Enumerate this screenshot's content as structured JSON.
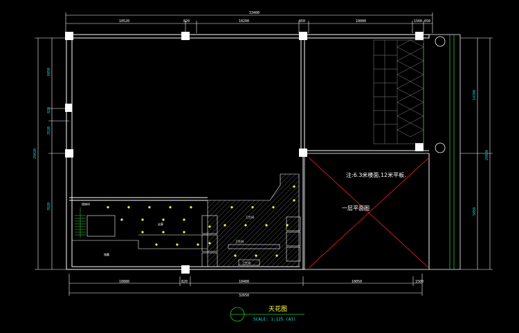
{
  "drawing": {
    "dimensions_top": {
      "overall": "33400",
      "segments": [
        "10520",
        "820",
        "10200",
        "850",
        "10000",
        "1560",
        "650"
      ]
    },
    "dimensions_bottom": {
      "overall": "32650",
      "segments": [
        "10880",
        "820",
        "10400",
        "10050",
        "1500"
      ]
    },
    "dimensions_left": [
      "6050",
      "820",
      "3520",
      "3920"
    ],
    "dimensions_left_overall": "29820",
    "dimensions_right": [
      "14700",
      "5050"
    ],
    "dimensions_right_overall": "29820",
    "notes": {
      "slab_note": "注:6.3米楼面,12米平板.",
      "ground_floor_note": "一层平面图"
    },
    "room_labels": [
      "楼梯间",
      "储藏",
      "走廊",
      "卫生间",
      "卫生间",
      "卫生间"
    ],
    "title_block": {
      "title": "天花图",
      "scale": "SCALE:  1:125 (A3)"
    }
  },
  "colors": {
    "background": "#000000",
    "wall": "#ffffff",
    "dimension": "#00e5e5",
    "hatch": "#9a9a9a",
    "red_cross": "#ff2020",
    "green": "#22cc22",
    "light": "#ffff33",
    "title": "#ffff33"
  },
  "icons": {
    "column": "filled-square",
    "light_fixture": "yellow-dot",
    "title_marker": "circle-with-line"
  }
}
